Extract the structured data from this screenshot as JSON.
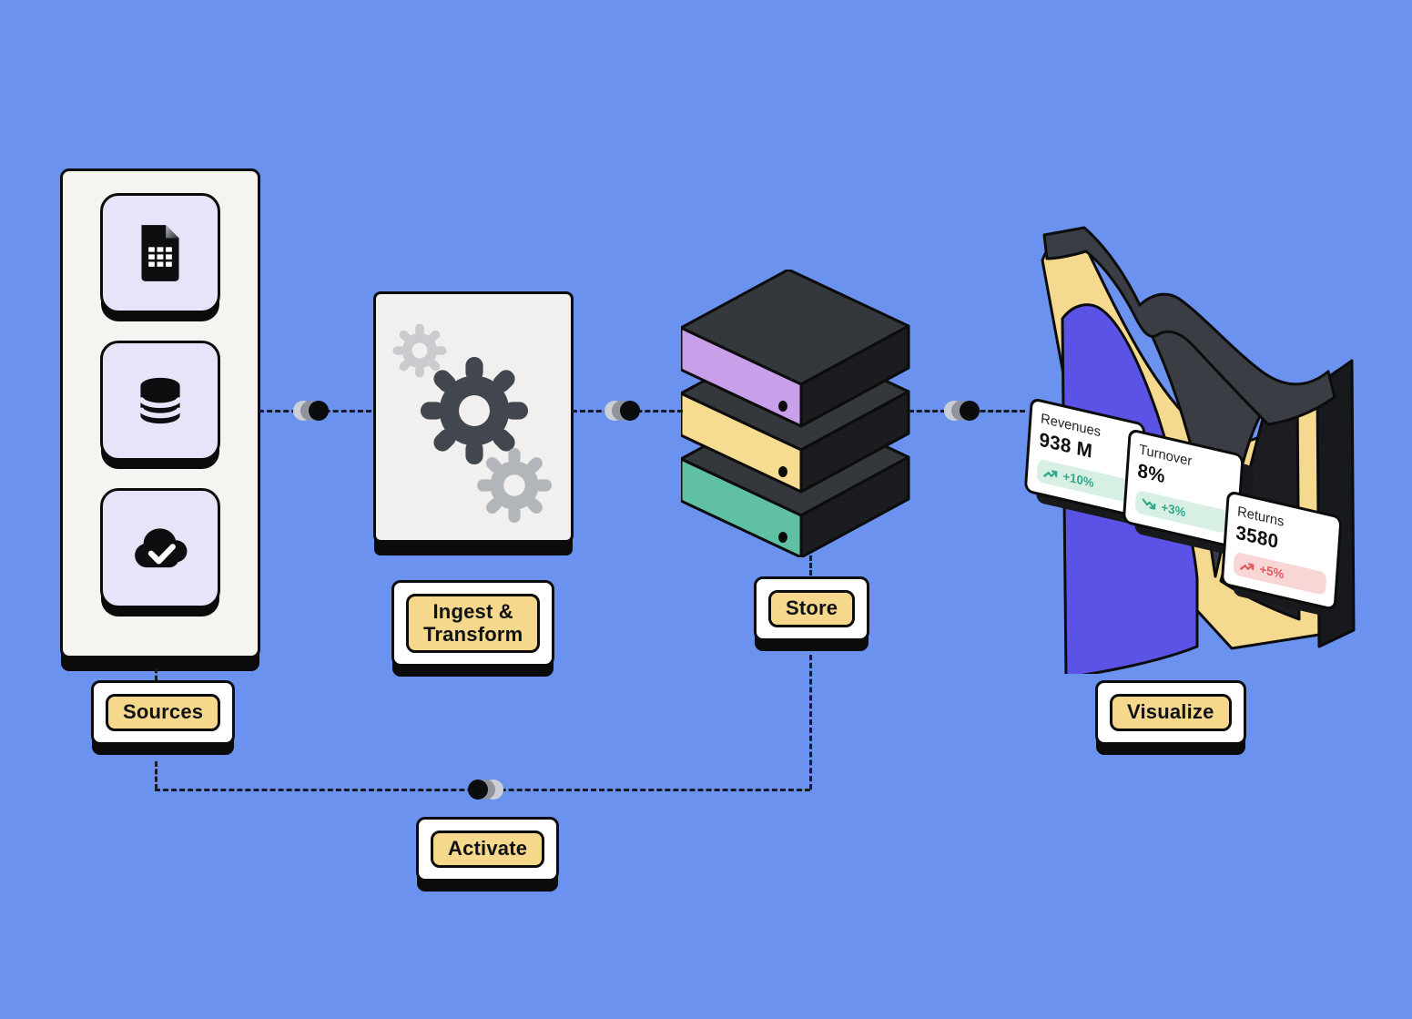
{
  "scene": {
    "background": "#6C92F0",
    "accent_yellow": "#F5D88C",
    "ink": "#0c0c0c"
  },
  "labels": {
    "sources": "Sources",
    "ingest_line1": "Ingest &",
    "ingest_line2": "Transform",
    "store": "Store",
    "activate": "Activate",
    "visualize": "Visualize"
  },
  "source_tiles": [
    {
      "icon": "spreadsheet-file-icon"
    },
    {
      "icon": "database-icon"
    },
    {
      "icon": "cloud-check-icon"
    }
  ],
  "ingest_icons": [
    "gear-icon",
    "gear-icon",
    "gear-icon"
  ],
  "store_stack": {
    "spine_colors": [
      "#C89FE9",
      "#F5DC91",
      "#5FC0A3"
    ],
    "box_top_color": "#34383D",
    "box_side_color": "#1A1C20"
  },
  "metric_cards": [
    {
      "name": "Revenues",
      "value": "938 M",
      "delta": "+10%",
      "trend": "up",
      "pill_bg": "#D8F0E4",
      "pill_color": "#2FA98C"
    },
    {
      "name": "Turnover",
      "value": "8%",
      "delta": "+3%",
      "trend": "down",
      "pill_bg": "#D8F0E4",
      "pill_color": "#2FA98C"
    },
    {
      "name": "Returns",
      "value": "3580",
      "delta": "+5%",
      "trend": "up",
      "pill_bg": "#F9D6D6",
      "pill_color": "#E05B5B"
    }
  ],
  "chart_colors": {
    "indigo": "#5A53E6",
    "backdrop_yellow": "#F5D98E",
    "ribbon_dark": "#3A3E44",
    "slab_dark": "#17191D"
  }
}
